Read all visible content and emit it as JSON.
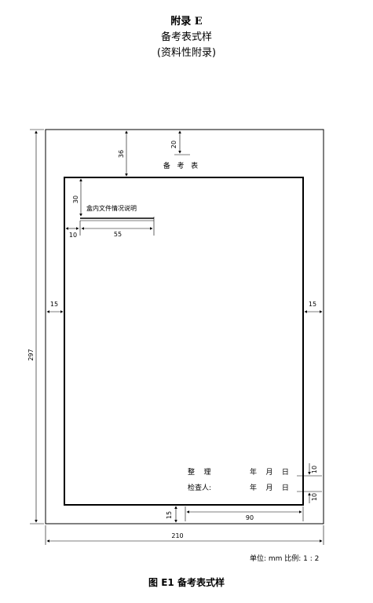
{
  "header": {
    "appendix_title": "附录 E",
    "form_title": "备考表式样",
    "note": "(资料性附录)"
  },
  "figure": {
    "title_in_page": "备   考   表",
    "section_label": "盒内文件情况说明",
    "signoff": {
      "organizer_label": "整    理",
      "checker_label": "检查人:",
      "date_text": "年    月    日"
    },
    "dimensions": {
      "height_total": "297",
      "width_total": "210",
      "top_margin": "36",
      "title_offset": "20",
      "section_offset": "30",
      "left_inner": "10",
      "line_length": "55",
      "left_margin": "15",
      "right_margin": "15",
      "bottom_margin": "15",
      "date_width": "90",
      "row_gap_1": "10",
      "row_gap_2": "10"
    }
  },
  "footer": {
    "unit_text": "单位: mm  比例:  1 : 2",
    "caption": "图 E1 备考表式样"
  }
}
